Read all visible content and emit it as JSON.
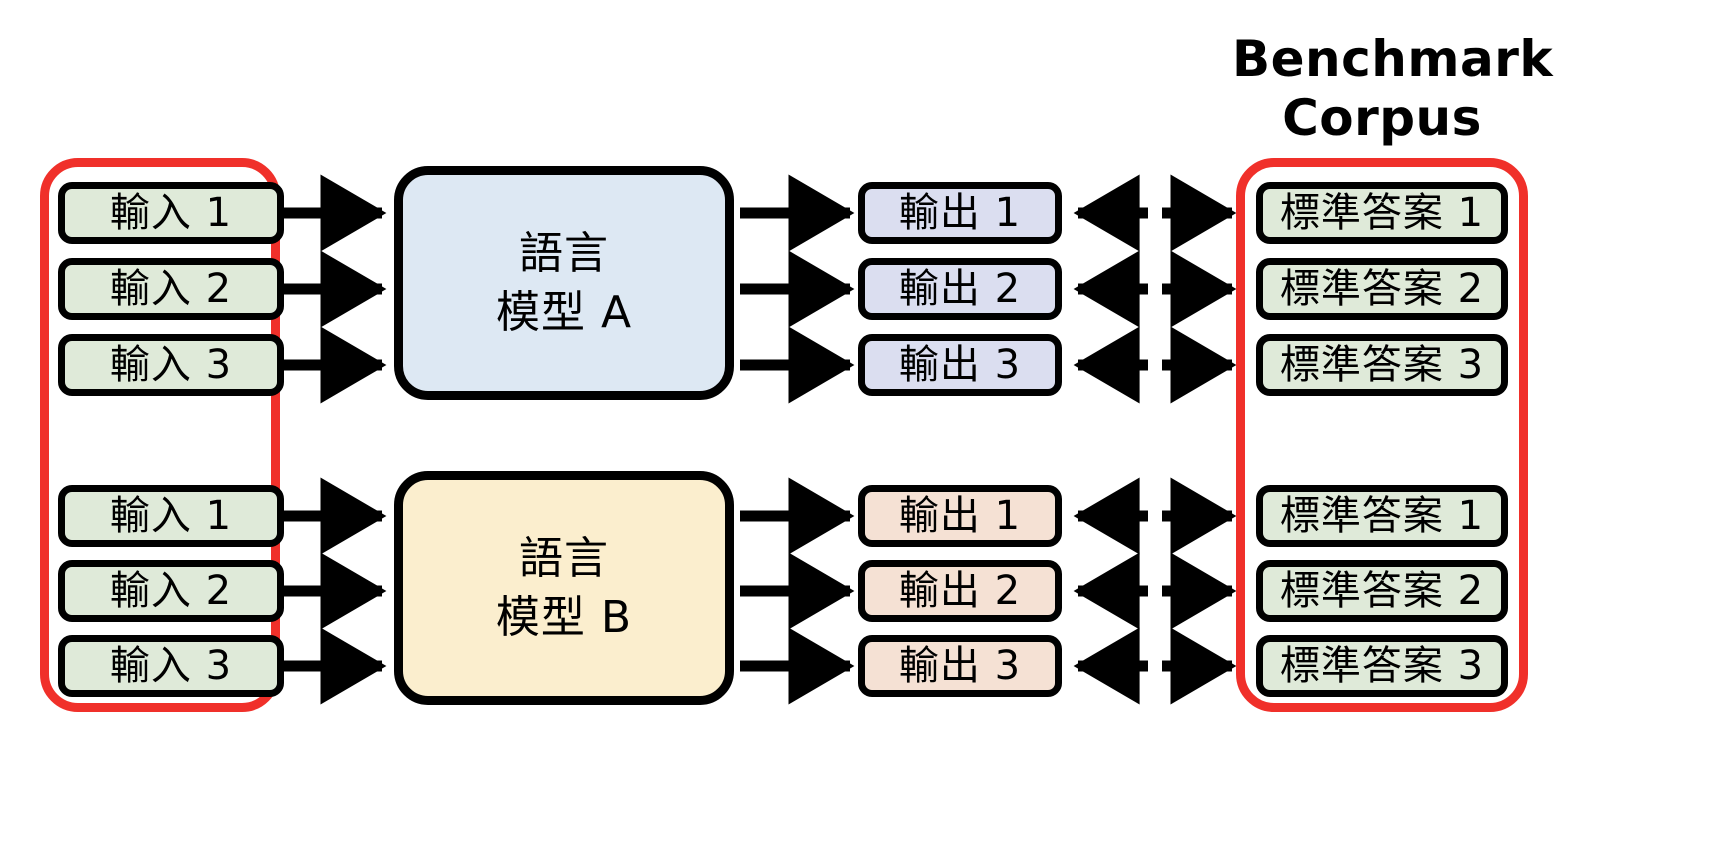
{
  "diagram": {
    "title_right": "Benchmark\nCorpus",
    "colors": {
      "accent_red": "#f0302a",
      "input_fill": "#dfead9",
      "answer_fill": "#dfead9",
      "model_a_fill": "#dde8f3",
      "model_b_fill": "#fbeece",
      "output_a_fill": "#dbdef0",
      "output_b_fill": "#f5e1d4",
      "stroke": "#000000"
    },
    "rows": {
      "model_a": {
        "label": "語言\n模型 A",
        "inputs": [
          "輸入 1",
          "輸入 2",
          "輸入 3"
        ],
        "outputs": [
          "輸出 1",
          "輸出 2",
          "輸出 3"
        ],
        "answers": [
          "標準答案 1",
          "標準答案 2",
          "標準答案 3"
        ]
      },
      "model_b": {
        "label": "語言\n模型 B",
        "inputs": [
          "輸入 1",
          "輸入 2",
          "輸入 3"
        ],
        "outputs": [
          "輸出 1",
          "輸出 2",
          "輸出 3"
        ],
        "answers": [
          "標準答案 1",
          "標準答案 2",
          "標準答案 3"
        ]
      }
    }
  }
}
